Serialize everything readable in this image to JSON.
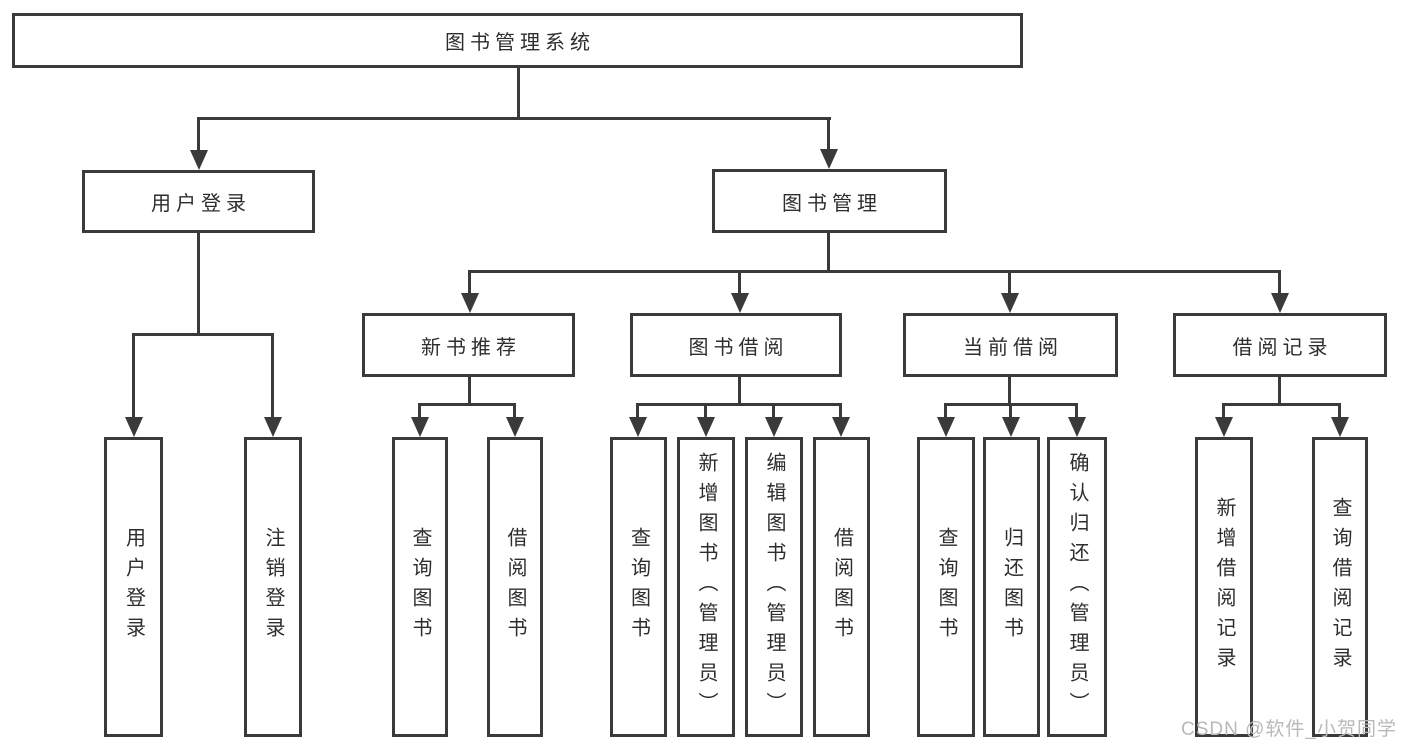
{
  "title": "图书管理系统",
  "colors": {
    "line": "#3a3a3a",
    "box_border": "#3a3a3a",
    "box_fill": "#ffffff",
    "text": "#2e2e2e",
    "watermark": "#b9b9b9",
    "background": "#ffffff"
  },
  "watermark": {
    "text": "CSDN @软件_小贺同学"
  },
  "tree": {
    "label": "图书管理系统",
    "children": [
      {
        "label": "用户登录",
        "children": [
          {
            "label": "用户登录"
          },
          {
            "label": "注销登录"
          }
        ]
      },
      {
        "label": "图书管理",
        "children": [
          {
            "label": "新书推荐",
            "children": [
              {
                "label": "查询图书"
              },
              {
                "label": "借阅图书"
              }
            ]
          },
          {
            "label": "图书借阅",
            "children": [
              {
                "label": "查询图书"
              },
              {
                "label": "新增图书（管理员）"
              },
              {
                "label": "编辑图书（管理员）"
              },
              {
                "label": "借阅图书"
              }
            ]
          },
          {
            "label": "当前借阅",
            "children": [
              {
                "label": "查询图书"
              },
              {
                "label": "归还图书"
              },
              {
                "label": "确认归还（管理员）"
              }
            ]
          },
          {
            "label": "借阅记录",
            "children": [
              {
                "label": "新增借阅记录"
              },
              {
                "label": "查询借阅记录"
              }
            ]
          }
        ]
      }
    ]
  }
}
